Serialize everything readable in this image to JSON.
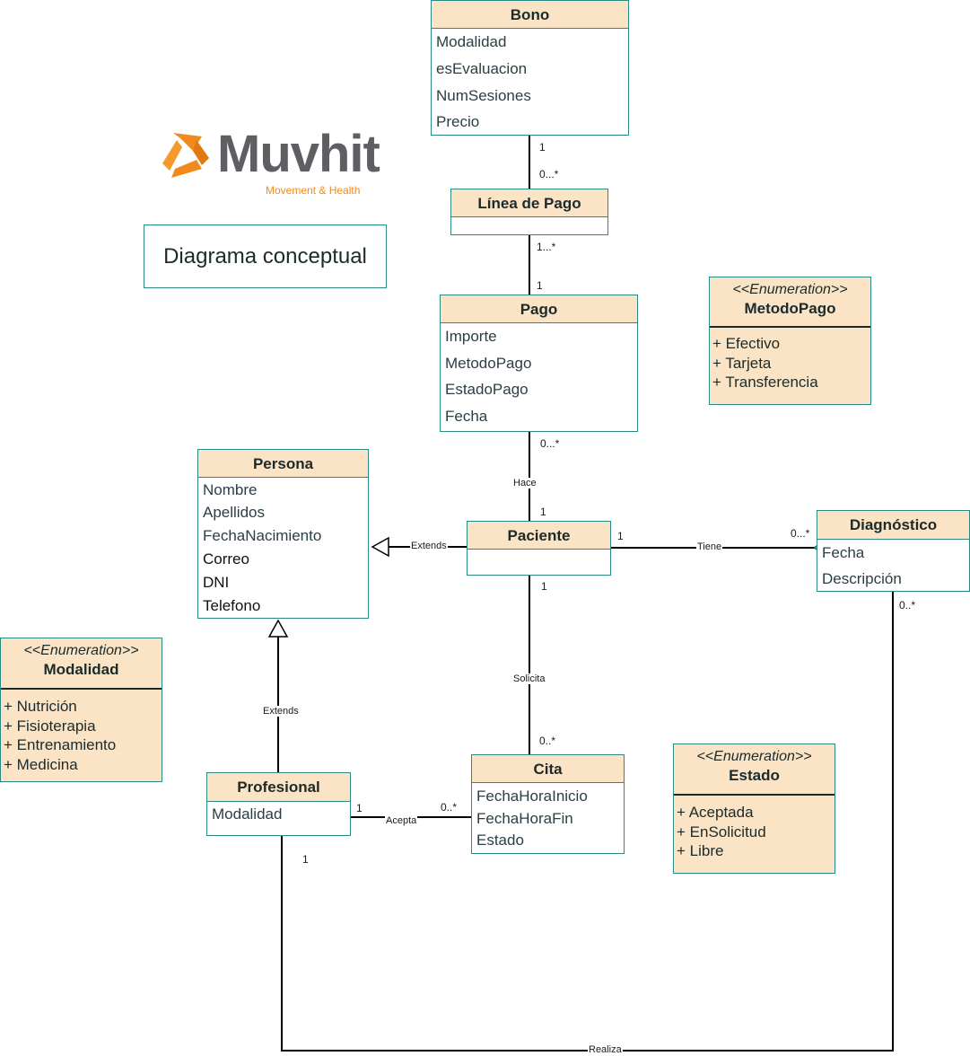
{
  "logo": {
    "name": "Muvhit",
    "tagline": "Movement & Health"
  },
  "note": "Diagrama conceptual",
  "classes": {
    "bono": {
      "name": "Bono",
      "attrs": [
        "Modalidad",
        "esEvaluacion",
        "NumSesiones",
        "Precio"
      ]
    },
    "linea_pago": {
      "name": "Línea de Pago",
      "attrs": []
    },
    "pago": {
      "name": "Pago",
      "attrs": [
        "Importe",
        "MetodoPago",
        "EstadoPago",
        "Fecha"
      ]
    },
    "persona": {
      "name": "Persona",
      "attrs": [
        "Nombre",
        "Apellidos",
        "FechaNacimiento",
        "Correo",
        "DNI",
        "Telefono"
      ]
    },
    "paciente": {
      "name": "Paciente",
      "attrs": []
    },
    "diagnostico": {
      "name": "Diagnóstico",
      "attrs": [
        "Fecha",
        "Descripción"
      ]
    },
    "profesional": {
      "name": "Profesional",
      "attrs": [
        "Modalidad"
      ]
    },
    "cita": {
      "name": "Cita",
      "attrs": [
        "FechaHoraInicio",
        "FechaHoraFin",
        "Estado"
      ]
    }
  },
  "enums": {
    "metodo_pago": {
      "stereotype": "<<Enumeration>>",
      "name": "MetodoPago",
      "literals": [
        "+ Efectivo",
        "+ Tarjeta",
        "+ Transferencia"
      ]
    },
    "modalidad": {
      "stereotype": "<<Enumeration>>",
      "name": "Modalidad",
      "literals": [
        "+ Nutrición",
        "+ Fisioterapia",
        "+ Entrenamiento",
        "+ Medicina"
      ]
    },
    "estado": {
      "stereotype": "<<Enumeration>>",
      "name": "Estado",
      "literals": [
        "+ Aceptada",
        "+ EnSolicitud",
        "+ Libre"
      ]
    }
  },
  "relations": {
    "bono_linea": {
      "src_mult": "1",
      "dst_mult": "0...*"
    },
    "linea_pago": {
      "src_mult": "1...*",
      "dst_mult": "1"
    },
    "pago_paciente": {
      "label": "Hace",
      "src_mult": "0...*",
      "dst_mult": "1"
    },
    "paciente_persona": {
      "label": "Extends"
    },
    "profesional_persona": {
      "label": "Extends"
    },
    "paciente_diagnostico": {
      "label": "Tiene",
      "src_mult": "1",
      "dst_mult": "0...*"
    },
    "paciente_cita": {
      "label": "Solicita",
      "src_mult": "1",
      "dst_mult": "0..*"
    },
    "profesional_cita": {
      "label": "Acepta",
      "src_mult": "1",
      "dst_mult": "0..*"
    },
    "profesional_diagnostico": {
      "label": "Realiza",
      "src_mult": "1",
      "dst_mult": "0..*"
    }
  }
}
